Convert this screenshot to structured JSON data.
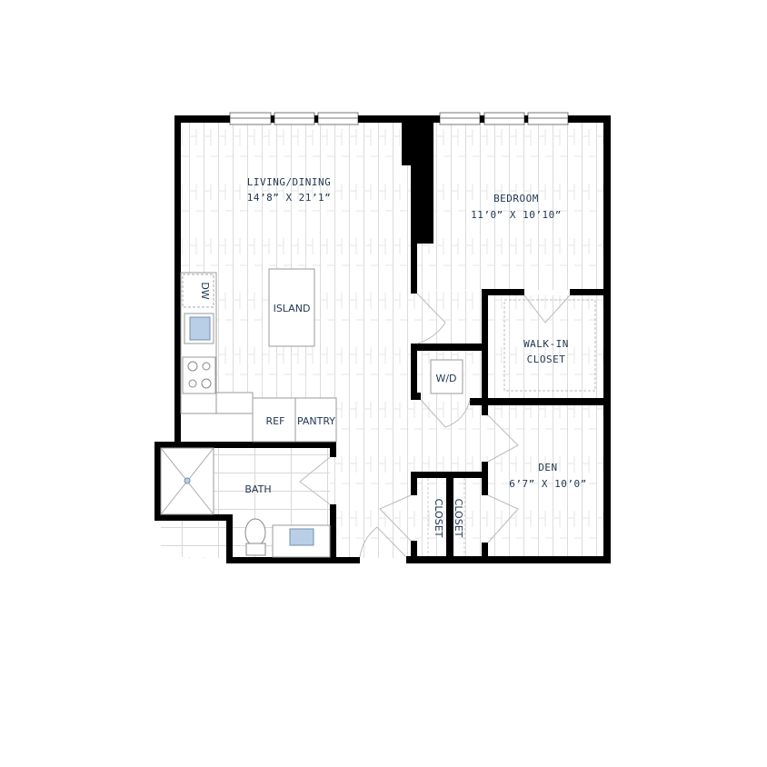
{
  "rooms": {
    "living": {
      "name": "LIVING/DINING",
      "dims": "14’8” X 21’1”"
    },
    "bedroom": {
      "name": "BEDROOM",
      "dims": "11’0” X 10’10”"
    },
    "walkin": {
      "line1": "WALK-IN",
      "line2": "CLOSET"
    },
    "den": {
      "name": "DEN",
      "dims": "6’7” X 10’0”"
    },
    "bath": {
      "name": "BATH"
    },
    "closet_a": {
      "name": "CLOSET"
    },
    "closet_b": {
      "name": "CLOSET"
    }
  },
  "fixtures": {
    "island": "ISLAND",
    "ref": "REF",
    "pantry": "PANTRY",
    "dw": "DW",
    "wd": "W/D"
  },
  "colors": {
    "wall": "#000000",
    "text": "#1f3550",
    "sink": "#b9cfe8",
    "floor_line": "#dcdcdc"
  }
}
